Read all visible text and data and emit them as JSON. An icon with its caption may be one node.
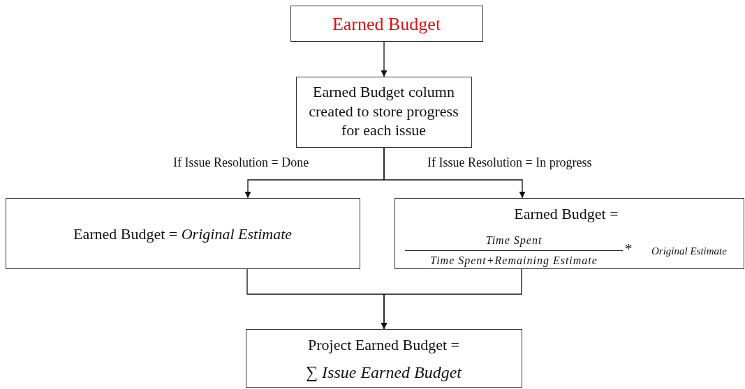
{
  "diagram": {
    "nodes": [
      {
        "text": [
          "Earned Budget"
        ]
      },
      {
        "text": [
          "Earned Budget column created to store progress for each issue"
        ]
      },
      {
        "text": [
          "Earned Budget = *Original Estimate*"
        ]
      },
      {
        "text": [
          "Earned Budget =",
          "Time Spent",
          "Time Spent+Remaining Estimate",
          "*",
          "Original Estimate"
        ]
      },
      {
        "text": [
          "Project Earned Budget =",
          "∑ *Issue Earned Budget*"
        ]
      }
    ],
    "edges": [
      {
        "from": 0,
        "to": 1,
        "arrow": "to"
      },
      {
        "from": 1,
        "to": 2,
        "arrow": "to",
        "label": "If Issue Resolution = Done"
      },
      {
        "from": 1,
        "to": 3,
        "arrow": "to",
        "label": "If Issue Resolution = In progress"
      },
      {
        "from": 2,
        "to": 4,
        "arrow": "to"
      },
      {
        "from": 3,
        "to": 4,
        "arrow": "to"
      }
    ]
  }
}
